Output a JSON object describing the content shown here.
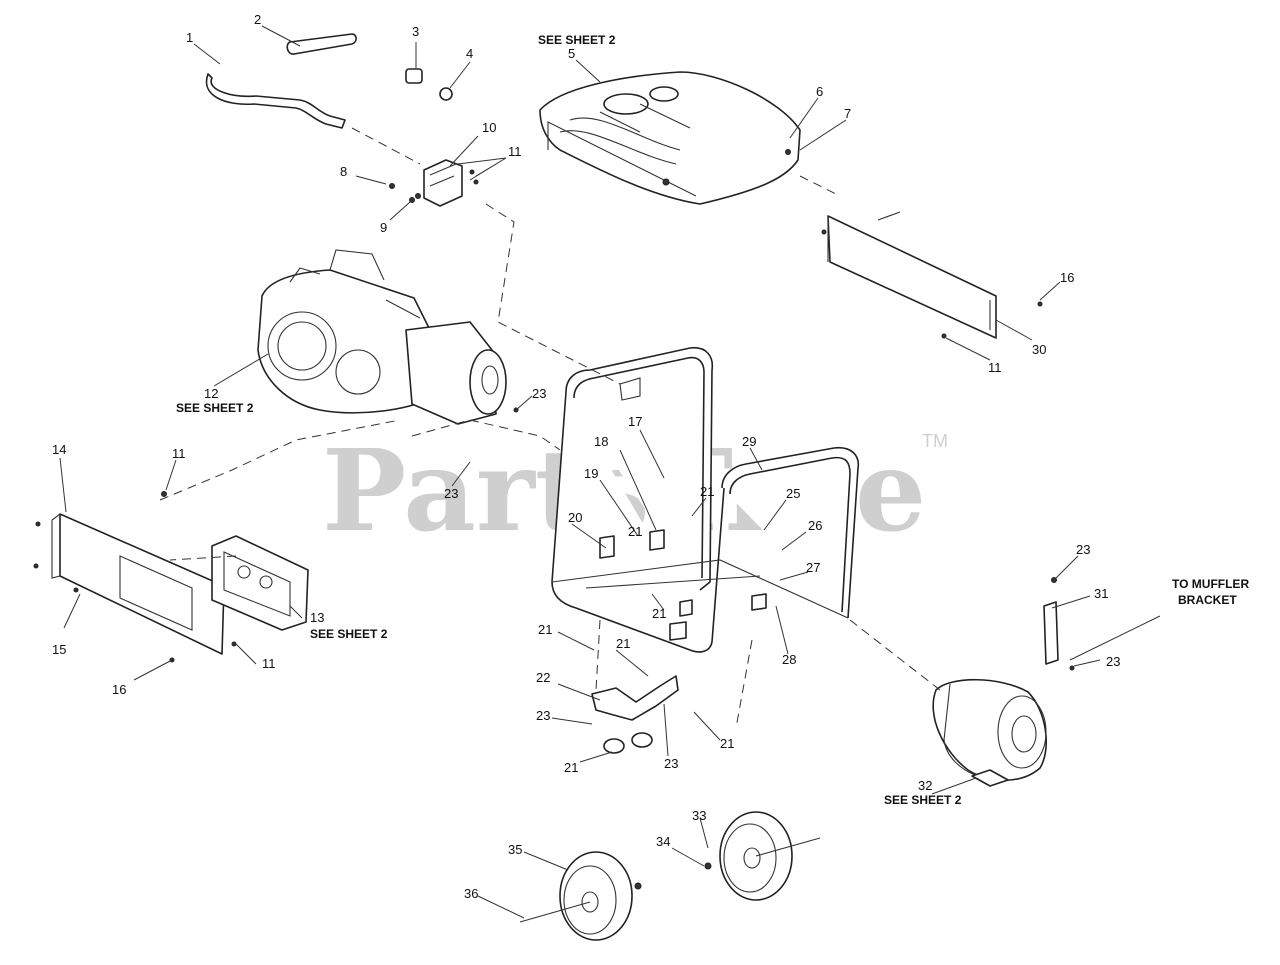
{
  "watermark": {
    "brand": "PartsTree",
    "trademark": "TM"
  },
  "notes": {
    "see_sheet_2": "SEE SHEET 2",
    "to_muffler": "TO MUFFLER",
    "bracket": "BRACKET"
  },
  "callouts": {
    "c1": "1",
    "c2": "2",
    "c3": "3",
    "c4": "4",
    "c5": "5",
    "c6": "6",
    "c7": "7",
    "c8": "8",
    "c9": "9",
    "c10": "10",
    "c11a": "11",
    "c11b": "11",
    "c11c": "11",
    "c11d": "11",
    "c12": "12",
    "c13": "13",
    "c14": "14",
    "c15": "15",
    "c16a": "16",
    "c16b": "16",
    "c17": "17",
    "c18": "18",
    "c19": "19",
    "c20": "20",
    "c21a": "21",
    "c21b": "21",
    "c21c": "21",
    "c21d": "21",
    "c21e": "21",
    "c21f": "21",
    "c21g": "21",
    "c22": "22",
    "c23a": "23",
    "c23b": "23",
    "c23c": "23",
    "c23d": "23",
    "c23e": "23",
    "c23f": "23",
    "c25": "25",
    "c26": "26",
    "c27": "27",
    "c28": "28",
    "c29": "29",
    "c30": "30",
    "c31": "31",
    "c32": "32",
    "c33": "33",
    "c34": "34",
    "c35": "35",
    "c36": "36"
  }
}
